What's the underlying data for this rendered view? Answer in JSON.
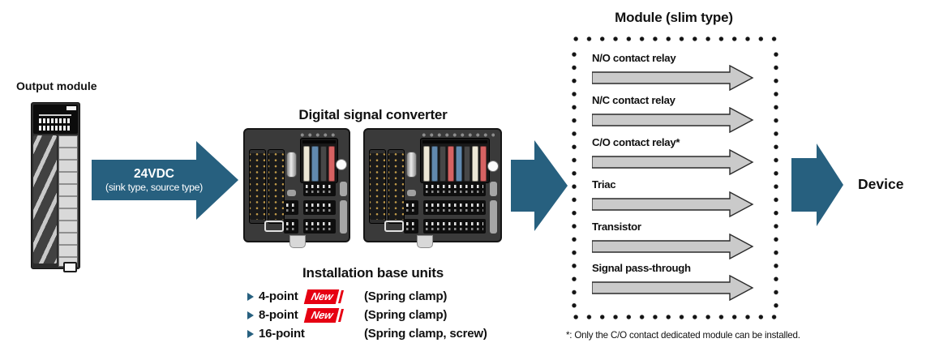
{
  "colors": {
    "flow_arrow_teal": "#27607F",
    "new_badge_red": "#E60012",
    "module_arrow_gray": "#CACACA"
  },
  "output_module": {
    "label": "Output module"
  },
  "power_arrow": {
    "line1": "24VDC",
    "line2": "(sink type, source type)"
  },
  "converter": {
    "title": "Digital signal converter"
  },
  "base_units": {
    "title": "Installation base units",
    "items": [
      {
        "name": "4-point",
        "badge": "New",
        "detail": "(Spring clamp)"
      },
      {
        "name": "8-point",
        "badge": "New",
        "detail": "(Spring clamp)"
      },
      {
        "name": "16-point",
        "badge": "",
        "detail": "(Spring clamp, screw)"
      }
    ]
  },
  "module_box": {
    "title": "Module (slim type)",
    "items": [
      "N/O contact relay",
      "N/C contact relay",
      "C/O contact relay*",
      "Triac",
      "Transistor",
      "Signal pass-through"
    ]
  },
  "device": {
    "label": "Device"
  },
  "footnote": "*: Only the C/O contact dedicated module can be installed."
}
